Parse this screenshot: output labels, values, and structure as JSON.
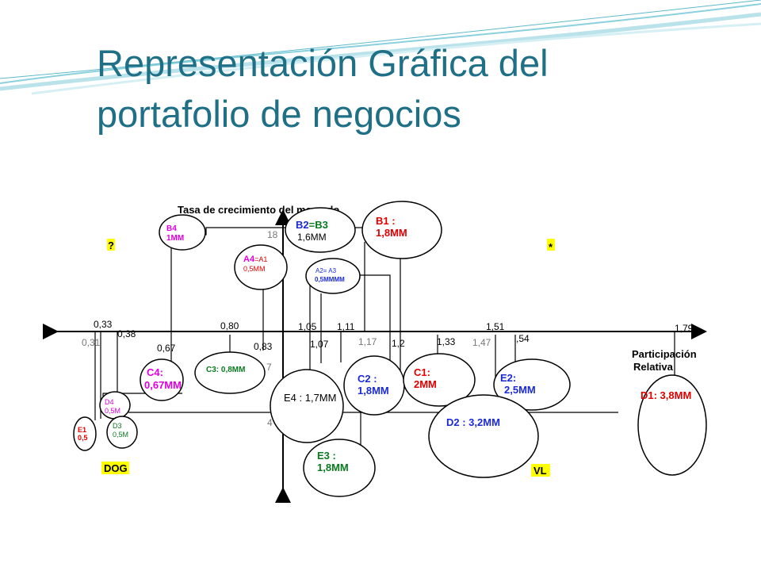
{
  "slide": {
    "title_line1": "Representación Gráfica del",
    "title_line2": "portafolio de negocios"
  },
  "axes": {
    "vertical_label": "Tasa de crecimiento del mercado",
    "horizontal_label_1": "Participación",
    "horizontal_label_2": "Relativa",
    "tick_18": "18",
    "tick_7": "7",
    "tick_4": "4"
  },
  "quadrants": {
    "question": "?",
    "star": "*",
    "dog": "DOG",
    "vl": "VL"
  },
  "ticks": {
    "t033": "0,33",
    "t031": "0,31",
    "t038": "0,38",
    "t067": "0,67",
    "t080": "0,80",
    "t083": "0,83",
    "t105": "1,05",
    "t107": "1,07",
    "t111": "1,11",
    "t117": "1,17",
    "t12": "1,2",
    "t133": "1,33",
    "t147": "1,47",
    "t151": "1,51",
    "t154": ",54",
    "t179": "1,79"
  },
  "units": {
    "b4_name": "B4",
    "b4_val": "1MM",
    "b2b3_b2": "B2",
    "b2b3_b3": "=B3",
    "b2b3_val": "1,6MM",
    "b1_name": "B1 :",
    "b1_val": "1,8MM",
    "a4_name": "A4",
    "a4_rest": "=A1",
    "a4_val": "0,5MM",
    "a2_name": "A2= A3",
    "a2_val": "0,5MMMM",
    "c4_name": "C4:",
    "c4_val": "0,67MM",
    "c3_label": "C3: 0,8MM",
    "e4_label": "E4 : 1,7MM",
    "c2_name": "C2 :",
    "c2_val": "1,8MM",
    "c1_name": "C1:",
    "c1_val": "2MM",
    "e2_name": "E2:",
    "e2_val": "2,5MM",
    "d1_label": "D1: 3,8MM",
    "d2_label": "D2 : 3,2MM",
    "e3_name": "E3 :",
    "e3_val": "1,8MM",
    "d4_name": "D4",
    "d4_val": "0,5M",
    "e1_name": "E1",
    "e1_val": "0,5",
    "d3_name": "D3",
    "d3_val": "0,5M"
  },
  "colors": {
    "title": "#1f6f87",
    "red": "#e00000",
    "blue": "#1a2ad8",
    "magenta": "#e000e0",
    "green": "#0a7a1f",
    "yellow": "#ffff00",
    "gray": "#777777"
  }
}
